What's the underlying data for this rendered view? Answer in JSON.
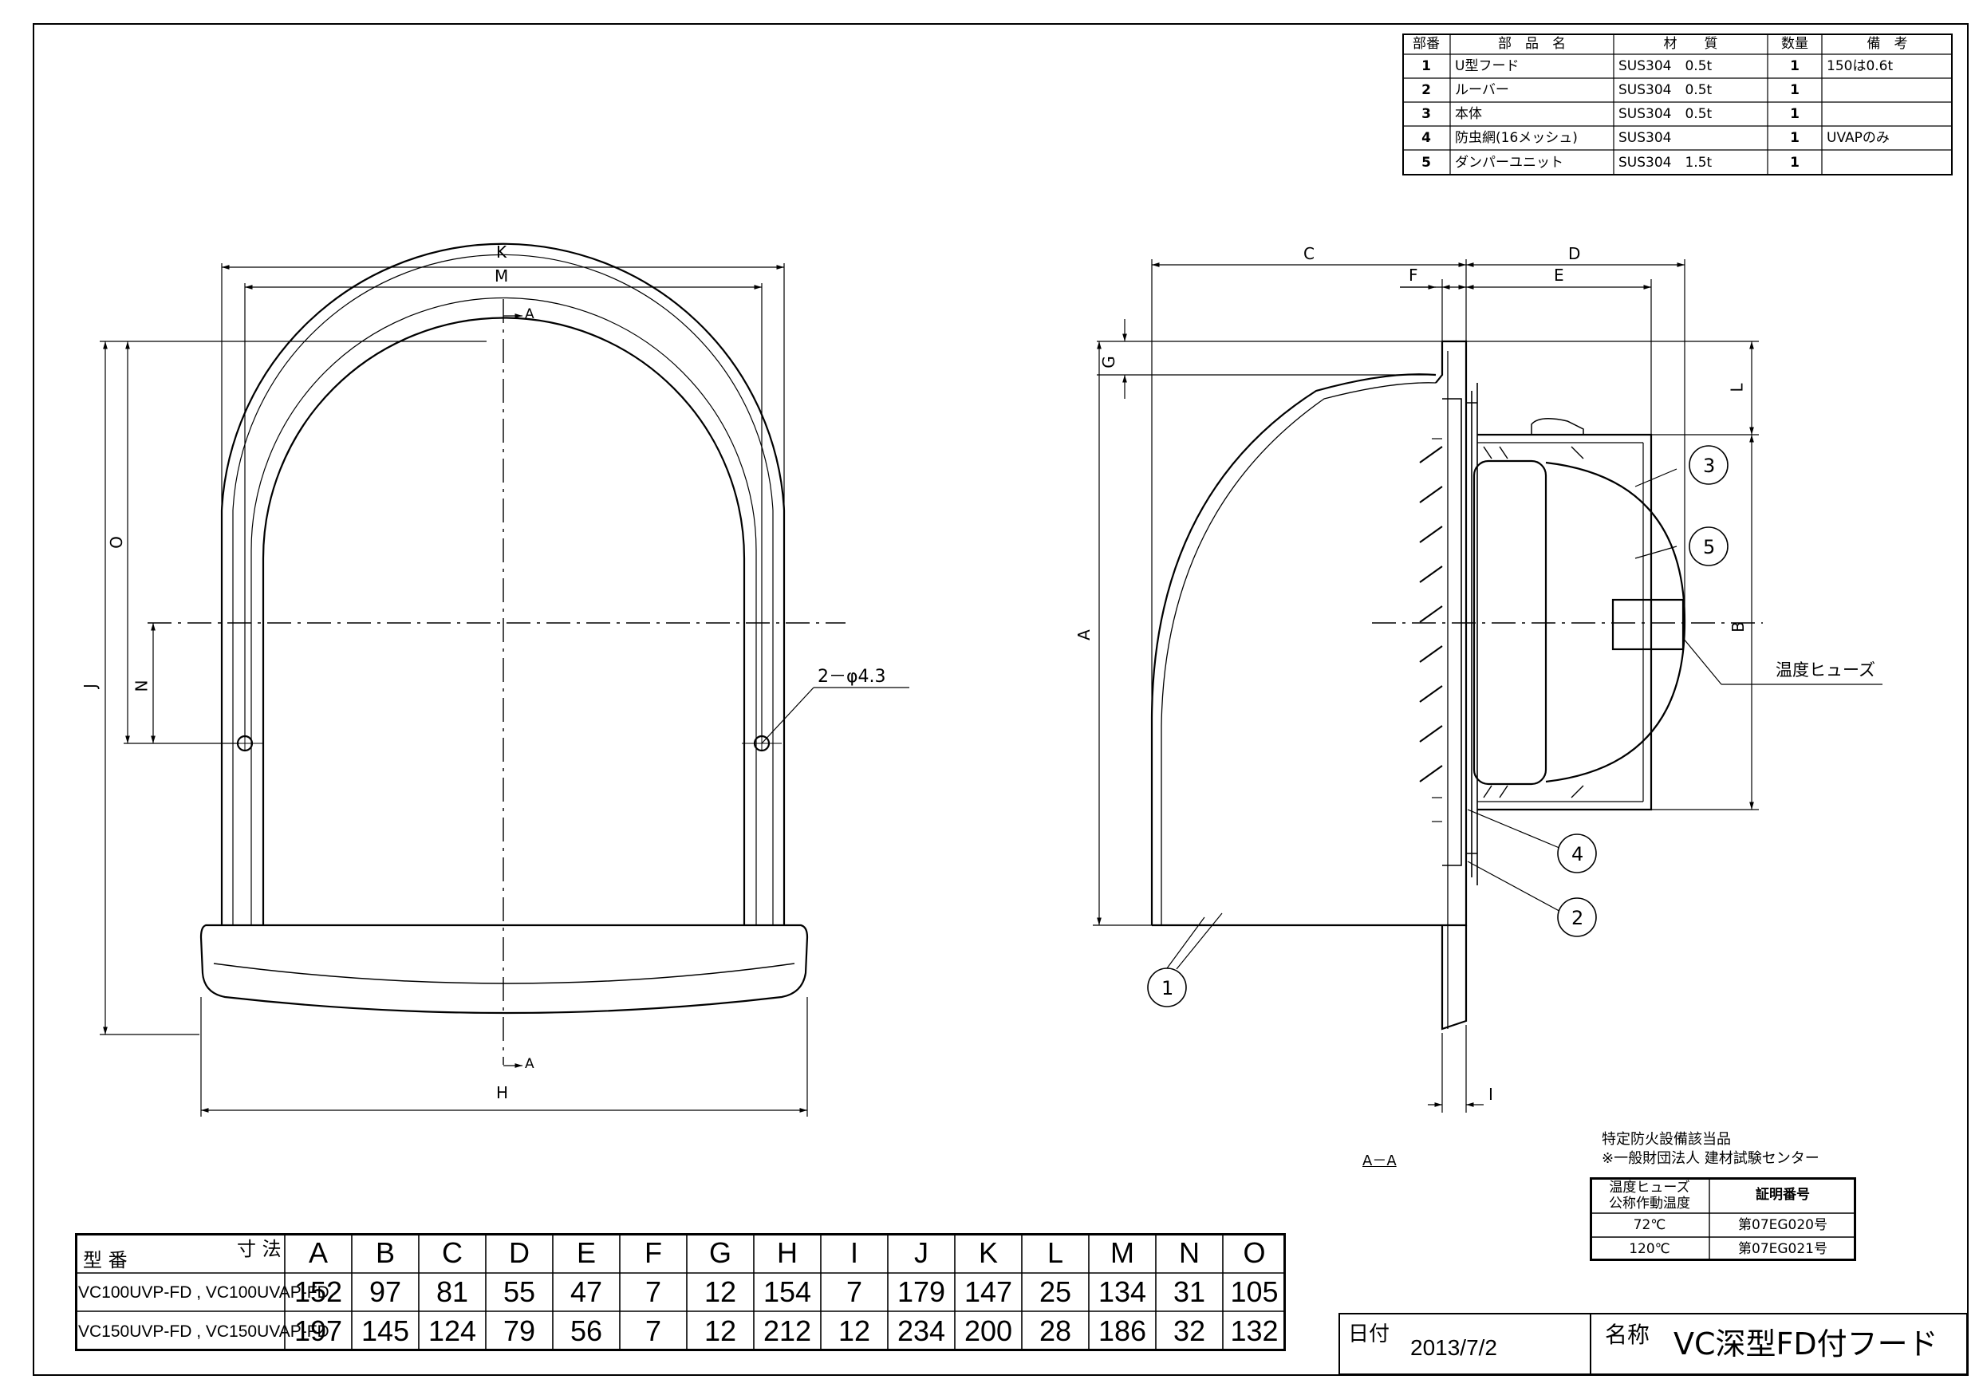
{
  "parts_table": {
    "headers": [
      "部番",
      "部　品　名",
      "材　　質",
      "数量",
      "備　考"
    ],
    "rows": [
      {
        "no": "1",
        "name": "U型フード",
        "material": "SUS304　0.5t",
        "qty": "1",
        "note": "150は0.6t"
      },
      {
        "no": "2",
        "name": "ルーバー",
        "material": "SUS304　0.5t",
        "qty": "1",
        "note": ""
      },
      {
        "no": "3",
        "name": "本体",
        "material": "SUS304　0.5t",
        "qty": "1",
        "note": ""
      },
      {
        "no": "4",
        "name": "防虫網(16メッシュ)",
        "material": "SUS304",
        "qty": "1",
        "note": "UVAPのみ"
      },
      {
        "no": "5",
        "name": "ダンパーユニット",
        "material": "SUS304　1.5t",
        "qty": "1",
        "note": ""
      }
    ]
  },
  "front_view": {
    "dim_K": "K",
    "dim_M": "M",
    "dim_H": "H",
    "dim_J": "J",
    "dim_O": "O",
    "dim_N": "N",
    "section_mark_top": "A",
    "section_mark_bottom": "A",
    "hole_note": "2－φ4.3"
  },
  "side_view": {
    "dim_C": "C",
    "dim_D": "D",
    "dim_E": "E",
    "dim_F": "F",
    "dim_G": "G",
    "dim_A": "A",
    "dim_B": "B",
    "dim_L": "L",
    "dim_I": "I",
    "balloons": [
      "1",
      "2",
      "3",
      "4",
      "5"
    ],
    "fuse_label": "温度ヒューズ",
    "section_label": "A－A"
  },
  "certification": {
    "line1": "特定防火設備該当品",
    "line2": "※一般財団法人 建材試験センター",
    "header_left_1": "温度ヒューズ",
    "header_left_2": "公称作動温度",
    "header_right": "証明番号",
    "rows": [
      {
        "temp": "72℃",
        "cert": "第07EG020号"
      },
      {
        "temp": "120℃",
        "cert": "第07EG021号"
      }
    ]
  },
  "dimension_table": {
    "corner_top": "寸 法",
    "corner_bottom": "型 番",
    "columns": [
      "A",
      "B",
      "C",
      "D",
      "E",
      "F",
      "G",
      "H",
      "I",
      "J",
      "K",
      "L",
      "M",
      "N",
      "O"
    ],
    "rows": [
      {
        "model": "VC100UVP-FD , VC100UVAP-FD",
        "values": [
          "152",
          "97",
          "81",
          "55",
          "47",
          "7",
          "12",
          "154",
          "7",
          "179",
          "147",
          "25",
          "134",
          "31",
          "105"
        ]
      },
      {
        "model": "VC150UVP-FD , VC150UVAP-FD",
        "values": [
          "197",
          "145",
          "124",
          "79",
          "56",
          "7",
          "12",
          "212",
          "12",
          "234",
          "200",
          "28",
          "186",
          "32",
          "132"
        ]
      }
    ]
  },
  "title_block": {
    "date_label": "日付",
    "date_value": "2013/7/2",
    "name_label": "名称",
    "name_value": "VC深型FD付フード"
  }
}
